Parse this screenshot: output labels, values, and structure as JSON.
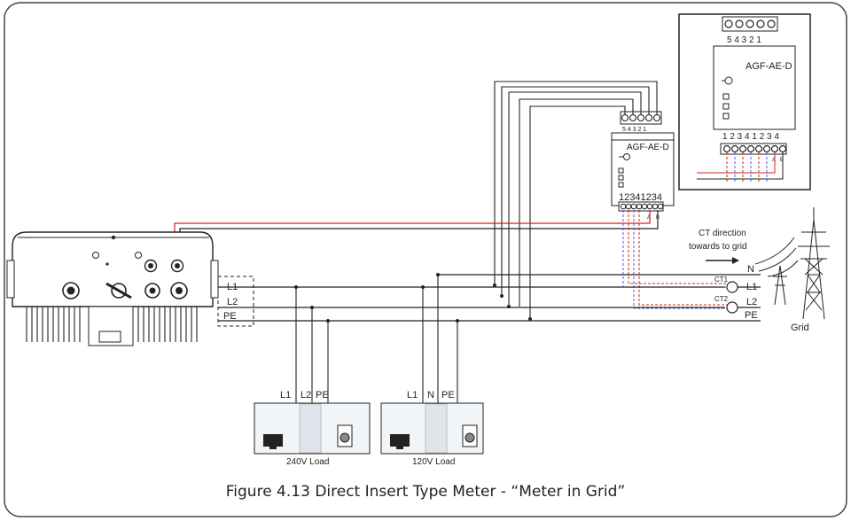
{
  "caption": "Figure 4.13 Direct Insert Type Meter - “Meter in Grid”",
  "meter_main": {
    "model": "AGF-AE-D",
    "top_terminals": "5 4 3 2 1",
    "bottom_terminals": "12341234",
    "ab": [
      "A",
      "B"
    ]
  },
  "meter_inset": {
    "model": "AGF-AE-D",
    "top_terminals": "5 4 3 2 1",
    "bottom_terminals": "1 2 3 4 1 2 3 4",
    "ab": [
      "A",
      "B"
    ]
  },
  "breaker_labels": [
    "L1",
    "L2",
    "PE"
  ],
  "ct_direction": [
    "CT direction",
    "towards to grid"
  ],
  "ct_labels": [
    "CT1",
    "CT2"
  ],
  "grid_lines": [
    "N",
    "L1",
    "L2",
    "PE"
  ],
  "grid_label": "Grid",
  "loads": [
    {
      "name": "240V Load",
      "terminals": [
        "L1",
        "L2",
        "PE"
      ]
    },
    {
      "name": "120V Load",
      "terminals": [
        "L1",
        "N",
        "PE"
      ]
    }
  ],
  "colors": {
    "signal": "#d32020",
    "comm": "#5a5ad8",
    "wire": "#222222",
    "border": "#333333"
  }
}
